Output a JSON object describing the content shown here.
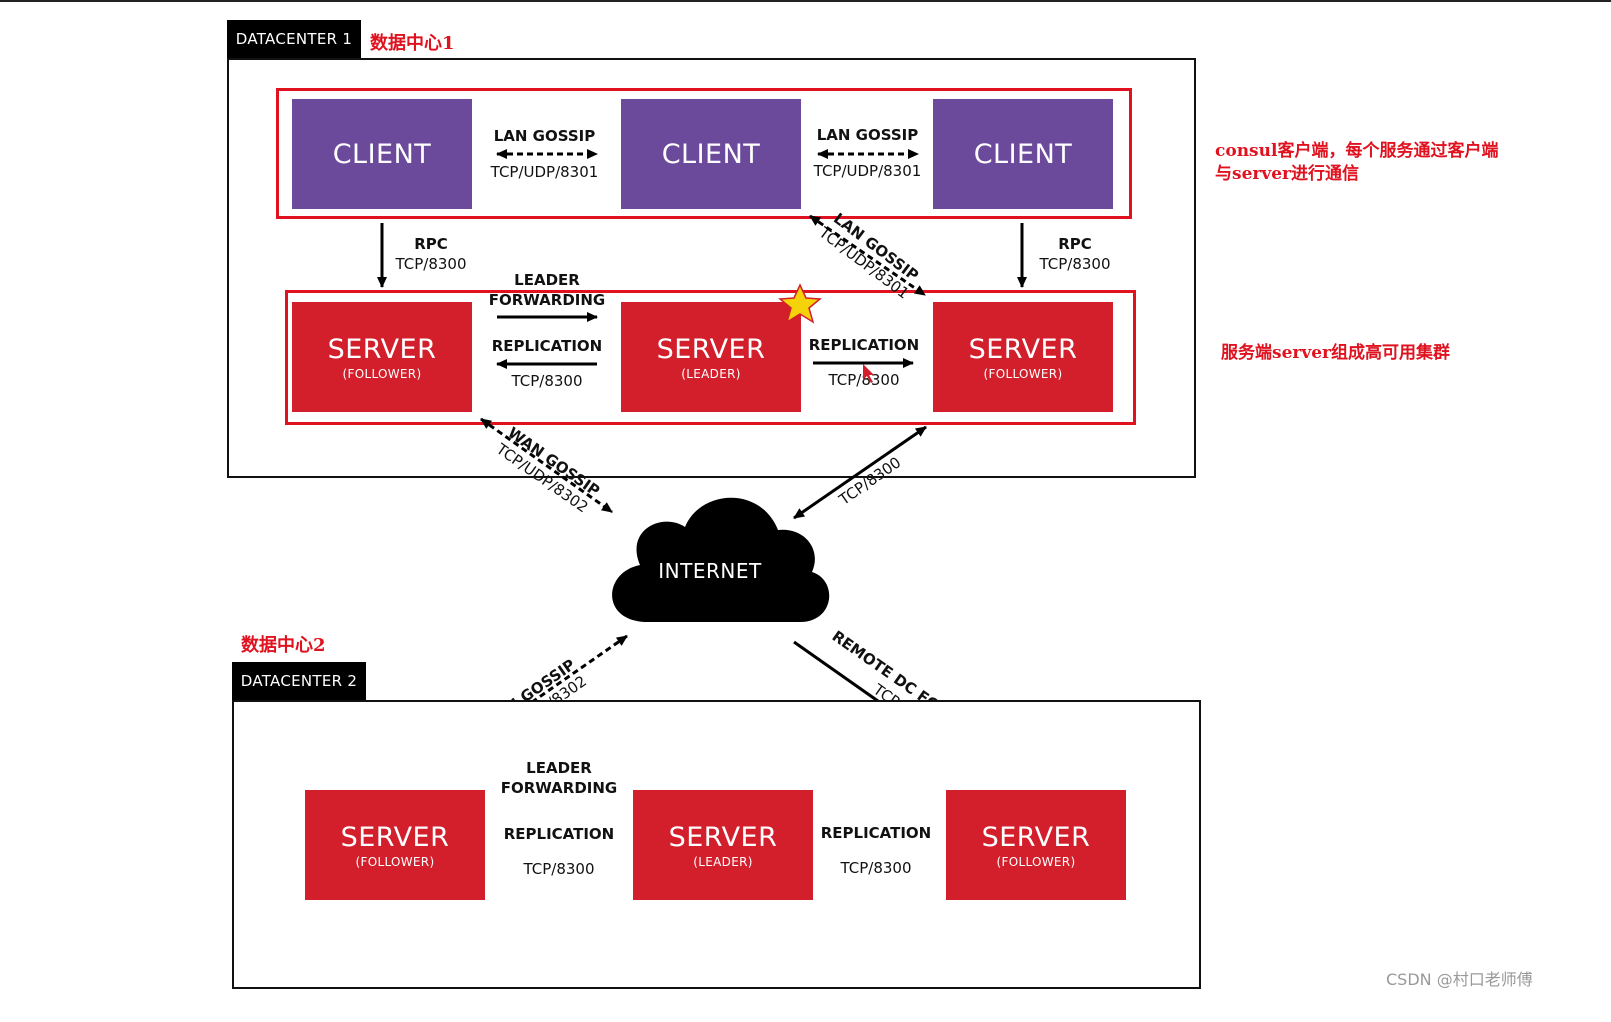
{
  "dc1": {
    "tab": "DATACENTER 1",
    "cn_label": "数据中心1"
  },
  "dc2": {
    "tab": "DATACENTER 2",
    "cn_label": "数据中心2"
  },
  "notes": {
    "client_line1": "consul客户端，每个服务通过客户端",
    "client_line2": "与server进行通信",
    "server": "服务端server组成高可用集群"
  },
  "clients": {
    "label": "CLIENT"
  },
  "servers": {
    "label": "SERVER",
    "follower": "(FOLLOWER)",
    "leader": "(LEADER)"
  },
  "links": {
    "lan_gossip": "LAN GOSSIP",
    "tcp_udp_8301": "TCP/UDP/8301",
    "rpc": "RPC",
    "tcp_8300": "TCP/8300",
    "leader": "LEADER",
    "forwarding": "FORWARDING",
    "replication": "REPLICATION",
    "wan_gossip": "WAN GOSSIP",
    "tcp_udp_8302": "TCP/UDP/8302",
    "remote_dc_forwarding": "REMOTE DC FORWARDING"
  },
  "internet": "INTERNET",
  "watermark": "CSDN @村口老师傅",
  "colors": {
    "client": "#6b4a9c",
    "server": "#d21f2b",
    "highlight": "#e0121f",
    "star": "#f5d20a"
  }
}
